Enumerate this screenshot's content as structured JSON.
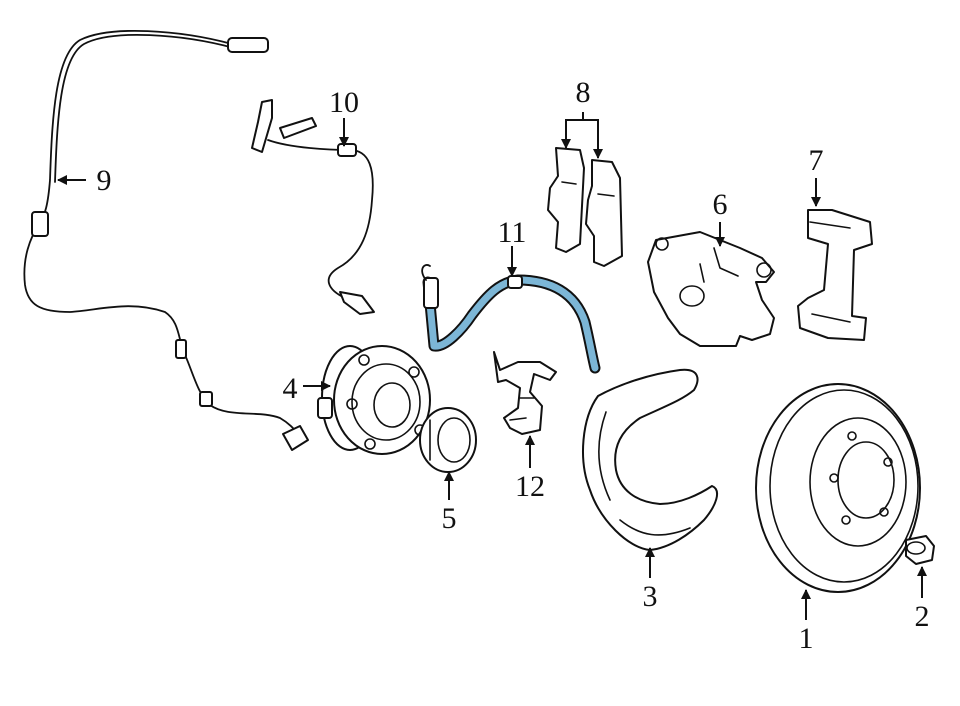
{
  "diagram": {
    "highlight_color": "#7cb6d6",
    "line_color": "#111111",
    "callouts": [
      "1",
      "2",
      "3",
      "4",
      "5",
      "6",
      "7",
      "8",
      "9",
      "10",
      "11",
      "12"
    ]
  }
}
